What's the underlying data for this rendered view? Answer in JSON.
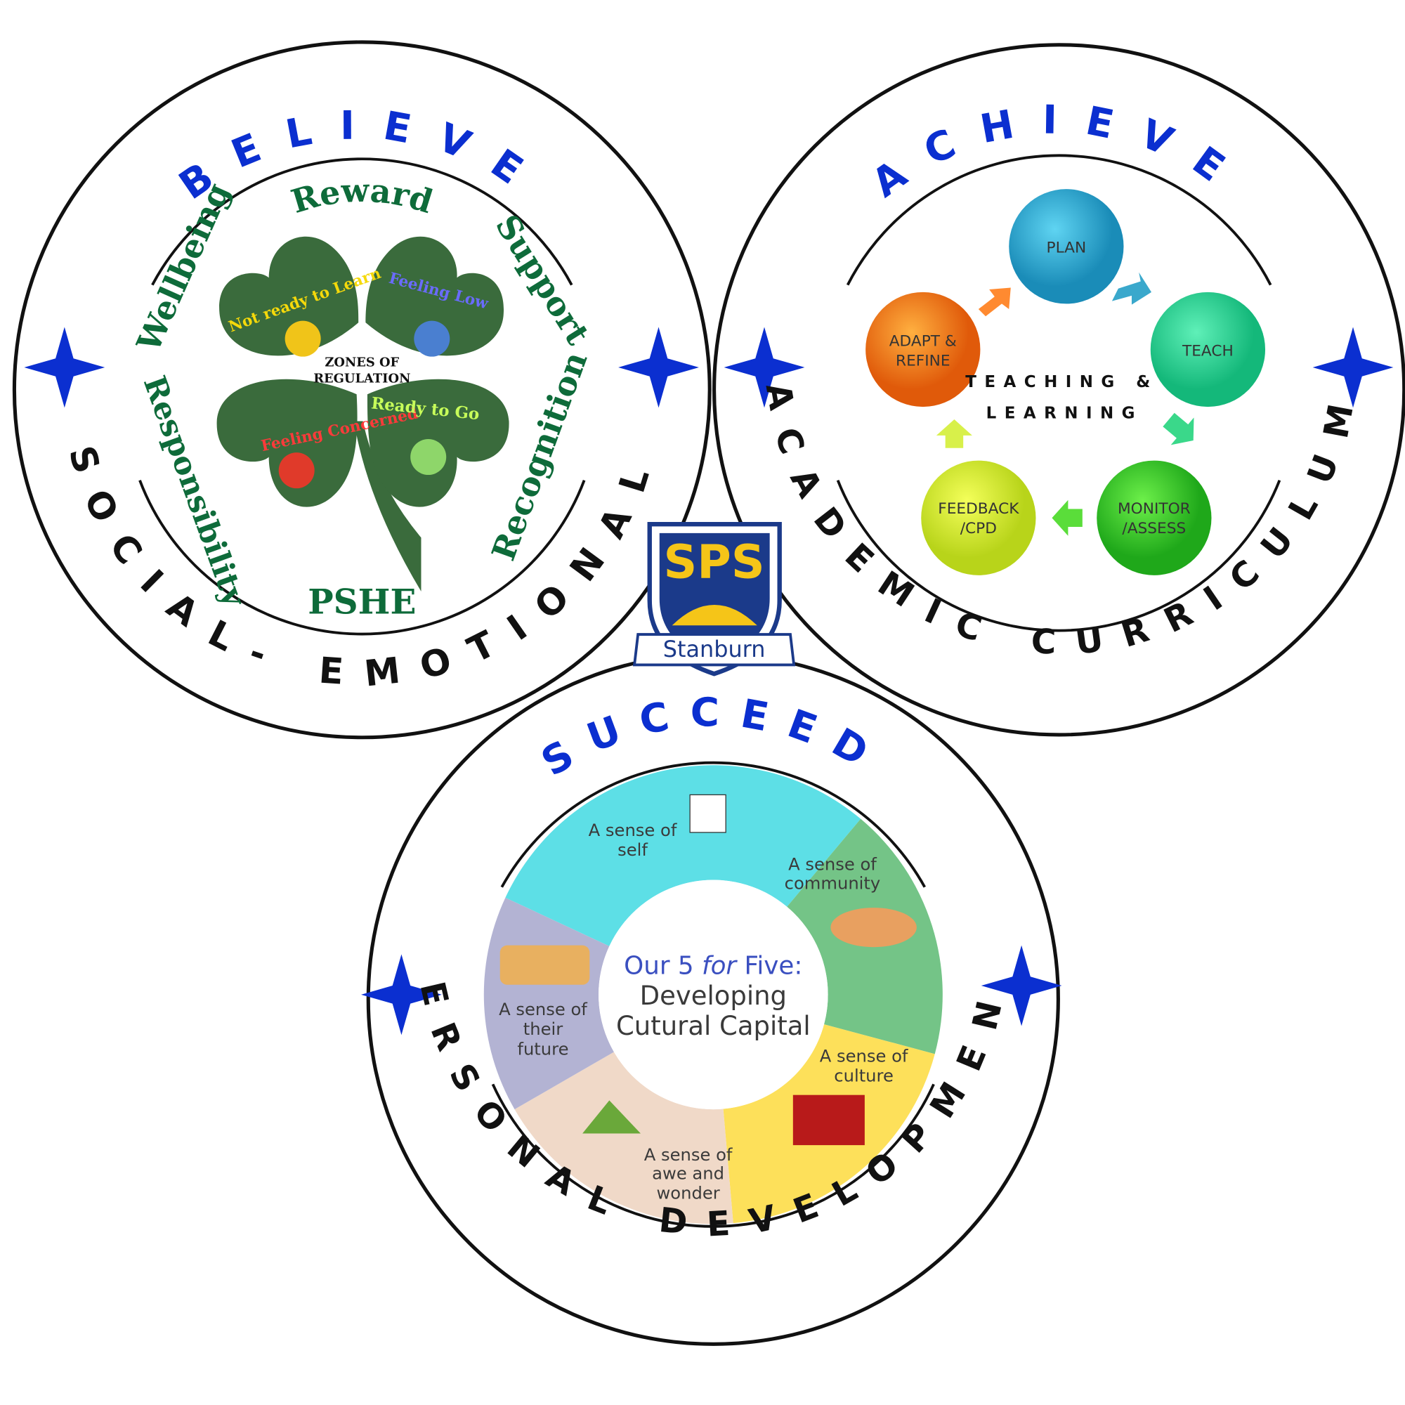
{
  "believe": {
    "title": "BELIEVE",
    "subtitle": "SOCIAL- EMOTIONAL",
    "values": [
      "Reward",
      "Support",
      "Recognition",
      "PSHE",
      "Responsibility",
      "Wellbeing"
    ],
    "clover": {
      "center": "ZONES OF REGULATION",
      "leaves": [
        "Not ready to Learn",
        "Feeling Low",
        "Feeling Concerned",
        "Ready to Go"
      ]
    }
  },
  "achieve": {
    "title": "ACHIEVE",
    "subtitle": "ACADEMIC CURRICULUM",
    "center": [
      "TEACHING &",
      "LEARNING"
    ],
    "steps": [
      "PLAN",
      "TEACH",
      "MONITOR /ASSESS",
      "FEEDBACK /CPD",
      "ADAPT & REFINE"
    ],
    "step_lines": [
      [
        "PLAN"
      ],
      [
        "TEACH"
      ],
      [
        "MONITOR",
        "/ASSESS"
      ],
      [
        "FEEDBACK",
        "/CPD"
      ],
      [
        "ADAPT &",
        "REFINE"
      ]
    ]
  },
  "succeed": {
    "title": "SUCCEED",
    "subtitle": "PERSONAL DEVELOPMENT",
    "center": {
      "line1a": "Our 5 ",
      "line1b": "for",
      "line1c": " Five:",
      "line2": "Developing",
      "line3": "Cutural Capital"
    },
    "segments": [
      [
        "A sense of",
        "self"
      ],
      [
        "A sense of",
        "community"
      ],
      [
        "A sense of",
        "culture"
      ],
      [
        "A sense of",
        "awe and",
        "wonder"
      ],
      [
        "A sense of",
        "their",
        "future"
      ]
    ]
  },
  "logo": {
    "initials": "SPS",
    "name": "Stanburn"
  },
  "colors": {
    "accent_blue": "#0b2fd0",
    "clover_green": "#3a6b3c",
    "text_green": "#0e6b3a"
  }
}
